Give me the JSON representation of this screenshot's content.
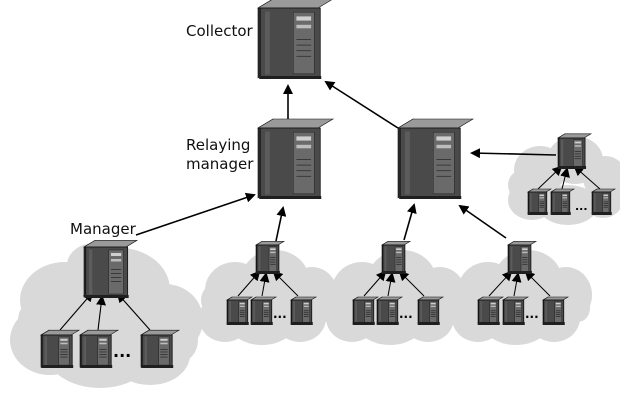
{
  "labels": {
    "collector": "Collector",
    "relaying_line1": "Relaying",
    "relaying_line2": "manager",
    "manager": "Manager"
  },
  "ellipsis": "...",
  "colors": {
    "cloud": "#d9d9d9",
    "server_front": "#4a4a4a",
    "server_side": "#2b2b2b",
    "server_top": "#9a9a9a",
    "arrow": "#000000"
  }
}
